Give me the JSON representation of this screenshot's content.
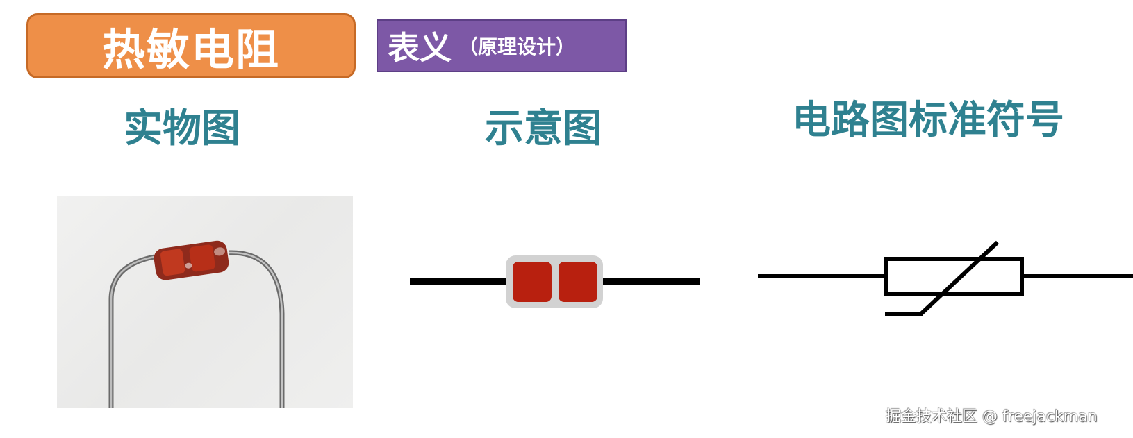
{
  "header": {
    "title": "热敏电阻",
    "subtitle_main": "表义",
    "subtitle_paren": "（原理设计）",
    "colors": {
      "title_bg": "#ee8f48",
      "subtitle_bg": "#7d58a6",
      "heading": "#2f8190"
    }
  },
  "columns": [
    {
      "heading": "实物图",
      "content": "thermistor-photo"
    },
    {
      "heading": "示意图",
      "content": "schematic-illustration"
    },
    {
      "heading": "电路图标准符号",
      "content": "thermistor-circuit-symbol"
    }
  ],
  "illustration": {
    "body_color": "#b8200f",
    "casing_color": "#d2d2d2",
    "lead_color": "#000000"
  },
  "watermark": "掘金技术社区 @ freejackman"
}
